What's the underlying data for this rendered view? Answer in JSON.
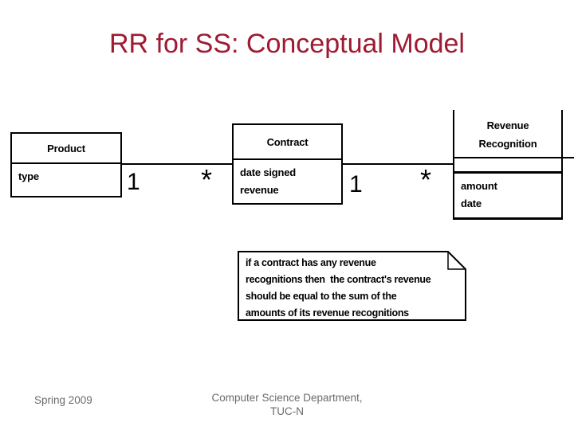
{
  "title": "RR for SS: Conceptual Model",
  "diagram": {
    "product": {
      "name": "Product",
      "attributes": [
        "type"
      ]
    },
    "contract": {
      "name": "Contract",
      "attributes": [
        "date signed",
        "revenue"
      ]
    },
    "revenue_recognition": {
      "name_line1": "Revenue",
      "name_line2": "Recognition",
      "attributes": [
        "amount",
        "date"
      ]
    },
    "multiplicities": [
      "1",
      "*",
      "1",
      "*"
    ],
    "note_lines": [
      "if a contract has any revenue",
      "recognitions then  the contract's revenue",
      "should be equal to the sum of the",
      "amounts of its revenue recognitions"
    ]
  },
  "footer": {
    "left": "Spring 2009",
    "center_line1": "Computer Science Department,",
    "center_line2": "TUC-N"
  },
  "colors": {
    "title_text": "#9e1b32",
    "footer_text": "#6b6b6b",
    "diagram_line": "#000000",
    "background": "#ffffff"
  }
}
